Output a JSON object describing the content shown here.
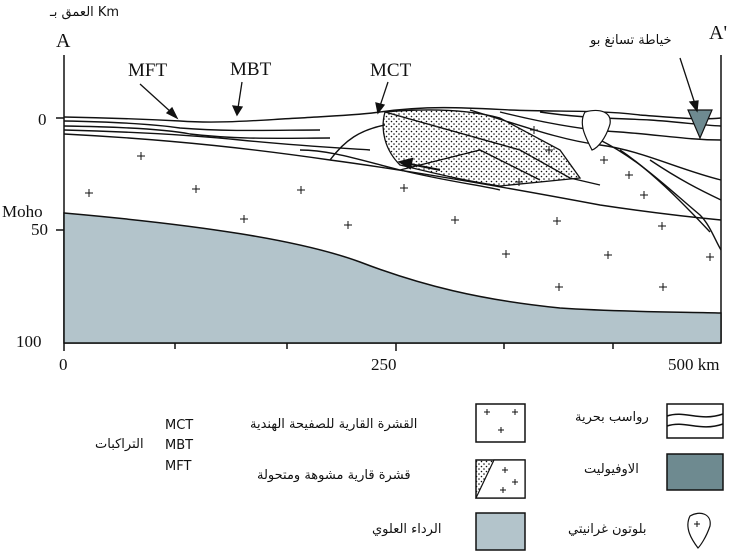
{
  "diagram": {
    "depth_title": "العمق بـ  Km",
    "section_start": "A",
    "section_end": "A'",
    "depth_ticks": [
      "0",
      "50",
      "100"
    ],
    "moho_label": "Moho",
    "distance_ticks": [
      "0",
      "250",
      "500 km"
    ],
    "thrust_labels": {
      "mft": "MFT",
      "mbt": "MBT",
      "mct": "MCT"
    },
    "suture_label": "خياطة تسانغ بو"
  },
  "legend": {
    "thrusts_title": "التراكبات",
    "thrust_codes": [
      "MCT",
      "MBT",
      "MFT"
    ],
    "items": {
      "indian_crust": "القشرة القارية للصفيحة الهندية",
      "deformed_crust": "قشرة قارية مشوهة ومتحولة",
      "upper_mantle": "الرداء العلوي",
      "marine_sediments": "رواسب بحرية",
      "ophiolite": "الاوفيوليت",
      "granite_pluton": "بلوتون غرانيتي"
    }
  },
  "colors": {
    "mantle": "#b3c4cb",
    "ophiolite": "#6e8a90",
    "ink": "#111111"
  }
}
